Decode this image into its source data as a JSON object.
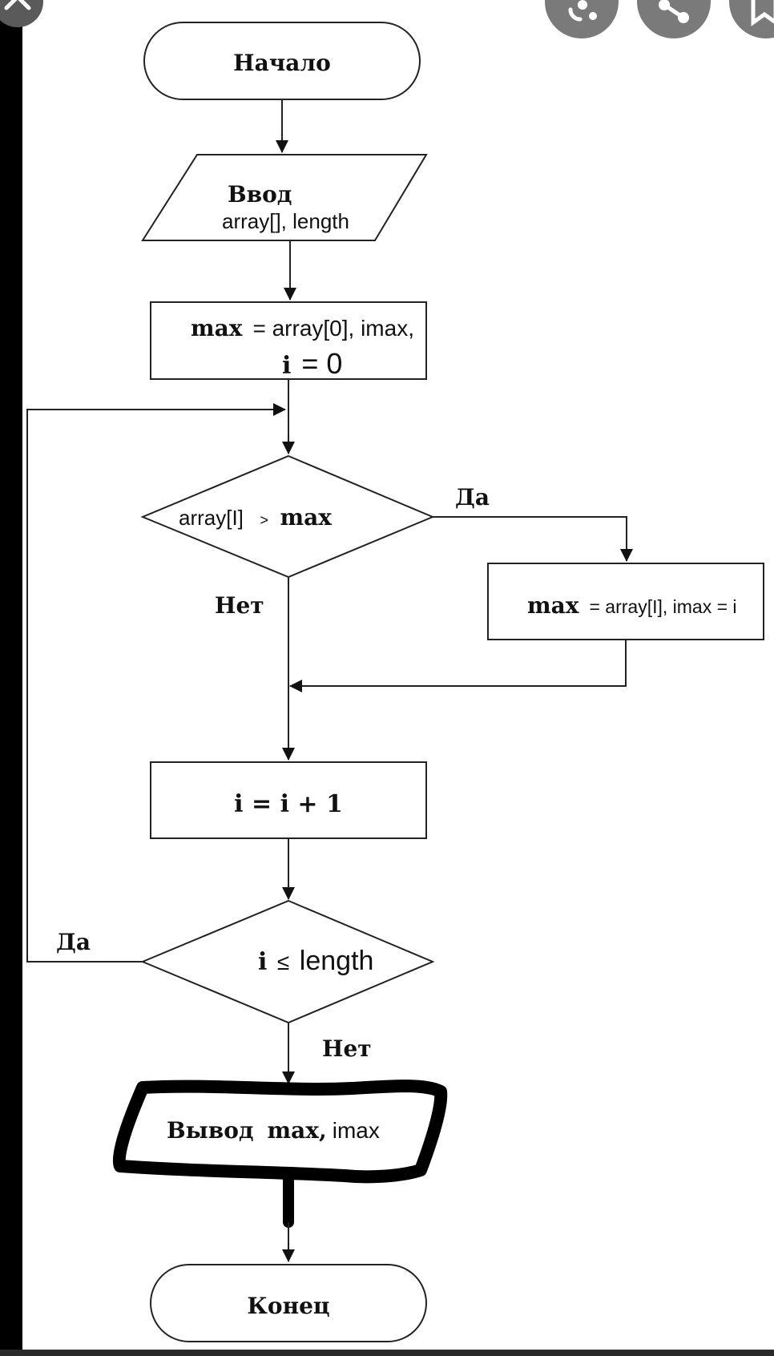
{
  "flowchart": {
    "start": {
      "label": "Начало"
    },
    "input": {
      "title": "Ввод",
      "vars": "array[], length"
    },
    "init": {
      "bold": "max",
      "line1_rest": "= array[0], imax,",
      "line2_bold": "i",
      "line2_rest": "= 0"
    },
    "condition1": {
      "left": "array[I]",
      "op": ">",
      "right": "max",
      "yes": "Да",
      "no": "Нет"
    },
    "assign": {
      "bold": "max",
      "rest": "= array[I], imax = i"
    },
    "increment": {
      "text": "i = i + 1"
    },
    "condition2": {
      "bold": "i",
      "op": "≤",
      "rest": "length",
      "yes": "Да",
      "no": "Нет"
    },
    "output": {
      "title": "Вывод",
      "bold": "max,",
      "rest": "imax"
    },
    "end": {
      "label": "Конец"
    }
  },
  "toolbar": {
    "icons": [
      "back-chevron-icon",
      "lens-icon",
      "share-icon",
      "bookmark-icon"
    ]
  },
  "colors": {
    "line": "#1a1a1a",
    "marker": "#000000",
    "button": "#7a7a7a"
  }
}
